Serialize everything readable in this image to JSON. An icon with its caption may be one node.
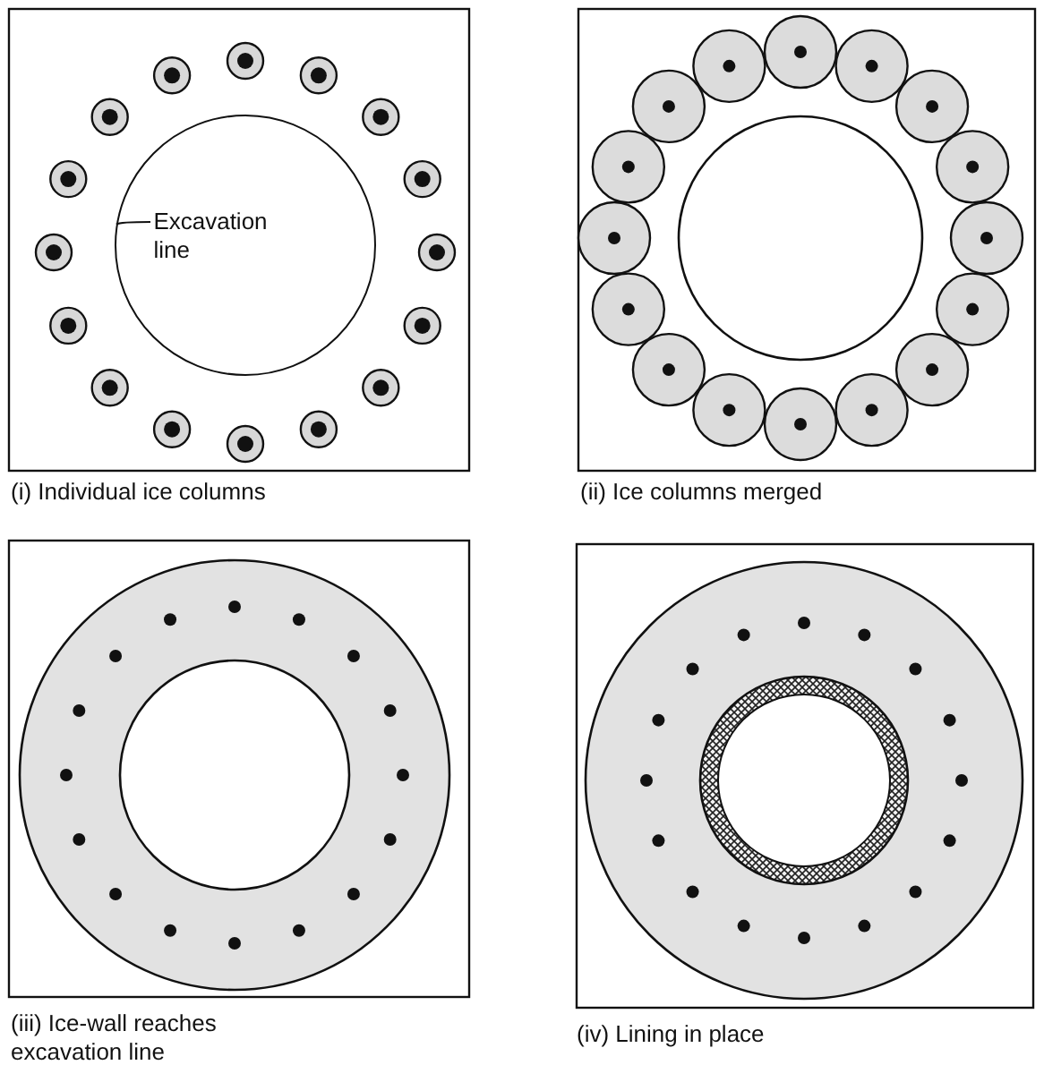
{
  "diagram": {
    "nodes": [
      {
        "text": [
          "Excavation line"
        ],
        "in": 1
      },
      {
        "text": [],
        "shape": "circle"
      }
    ],
    "edges": [
      {
        "from": 0,
        "to": 1,
        "arrow": "none"
      }
    ],
    "labels": [
      "(i) Individual ice columns",
      "(ii) Ice columns merged",
      "(iii) Ice-wall reaches excavation line",
      "(iv) Lining in place"
    ]
  }
}
